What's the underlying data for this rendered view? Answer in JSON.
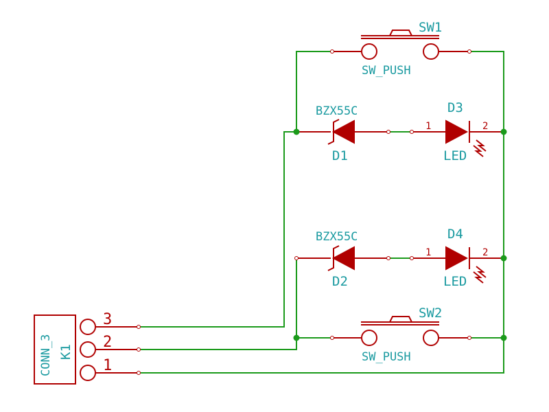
{
  "components": {
    "sw1": {
      "ref": "SW1",
      "value": "SW_PUSH"
    },
    "sw2": {
      "ref": "SW2",
      "value": "SW_PUSH"
    },
    "d1": {
      "ref": "D1",
      "value": "BZX55C"
    },
    "d2": {
      "ref": "D2",
      "value": "BZX55C"
    },
    "d3": {
      "ref": "D3",
      "value": "LED",
      "pin1": "1",
      "pin2": "2"
    },
    "d4": {
      "ref": "D4",
      "value": "LED",
      "pin1": "1",
      "pin2": "2"
    },
    "k1": {
      "ref": "K1",
      "value": "CONN_3",
      "pin1": "1",
      "pin2": "2",
      "pin3": "3"
    }
  },
  "colors": {
    "wire": "#1a9a1a",
    "component": "#b00000",
    "label": "#1a9aa0"
  }
}
